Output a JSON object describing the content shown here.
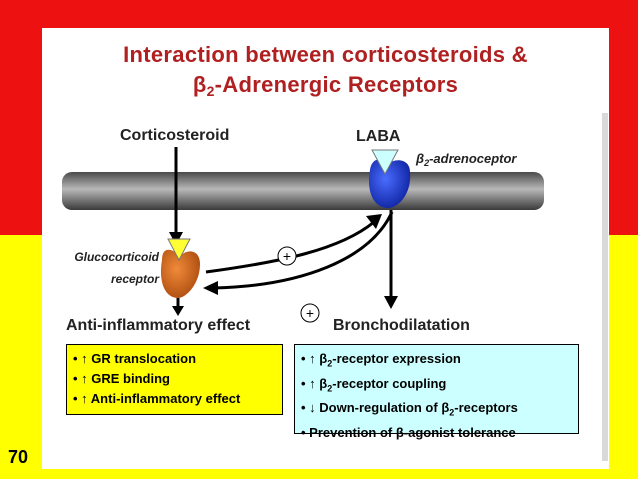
{
  "slide": {
    "title_line1": "Interaction between corticosteroids &",
    "title_line2_prefix": "β",
    "title_line2_sub": "2",
    "title_line2_suffix": "-Adrenergic Receptors",
    "number": "70"
  },
  "diagram": {
    "corticosteroid": "Corticosteroid",
    "laba": "LABA",
    "adrenoceptor_prefix": "β",
    "adrenoceptor_sub": "2",
    "adrenoceptor_suffix": "-adrenoceptor",
    "glucocorticoid_line1": "Glucocorticoid",
    "glucocorticoid_line2": "receptor",
    "plus": "+",
    "anti_inflammatory": "Anti-inflammatory effect",
    "bronchodilatation": "Bronchodilatation"
  },
  "gr_effects": [
    "• ↑ GR translocation",
    "• ↑ GRE binding",
    "• ↑ Anti-inflammatory effect"
  ],
  "b2_effects": [
    {
      "pre": "• ↑ β",
      "sub": "2",
      "post": "-receptor expression"
    },
    {
      "pre": "• ↑ β",
      "sub": "2",
      "post": "-receptor coupling"
    },
    {
      "pre": "• ↓ Down-regulation of β",
      "sub": "2",
      "post": "-receptors"
    },
    {
      "pre": "• Prevention of β-agonist tolerance",
      "sub": "",
      "post": ""
    }
  ],
  "colors": {
    "red_band": "#ee1111",
    "yellow_band": "#ffff00",
    "title": "#b02020",
    "gr_box": "#ffff00",
    "b2_box": "#ccffff",
    "receptor_brown": "#c8601a",
    "receptor_blue": "#1a3cc8"
  }
}
